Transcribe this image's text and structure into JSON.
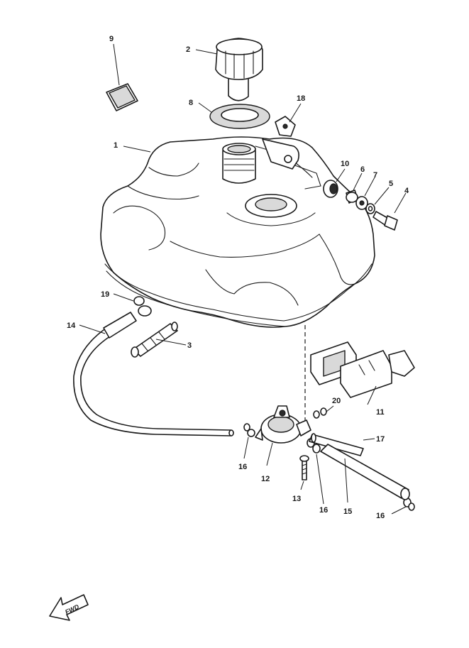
{
  "diagram": {
    "callouts": [
      "1",
      "2",
      "3",
      "4",
      "5",
      "6",
      "7",
      "8",
      "9",
      "10",
      "11",
      "12",
      "13",
      "14",
      "15",
      "16",
      "16",
      "16",
      "17",
      "18",
      "19",
      "20"
    ],
    "direction_label": "FWD"
  }
}
